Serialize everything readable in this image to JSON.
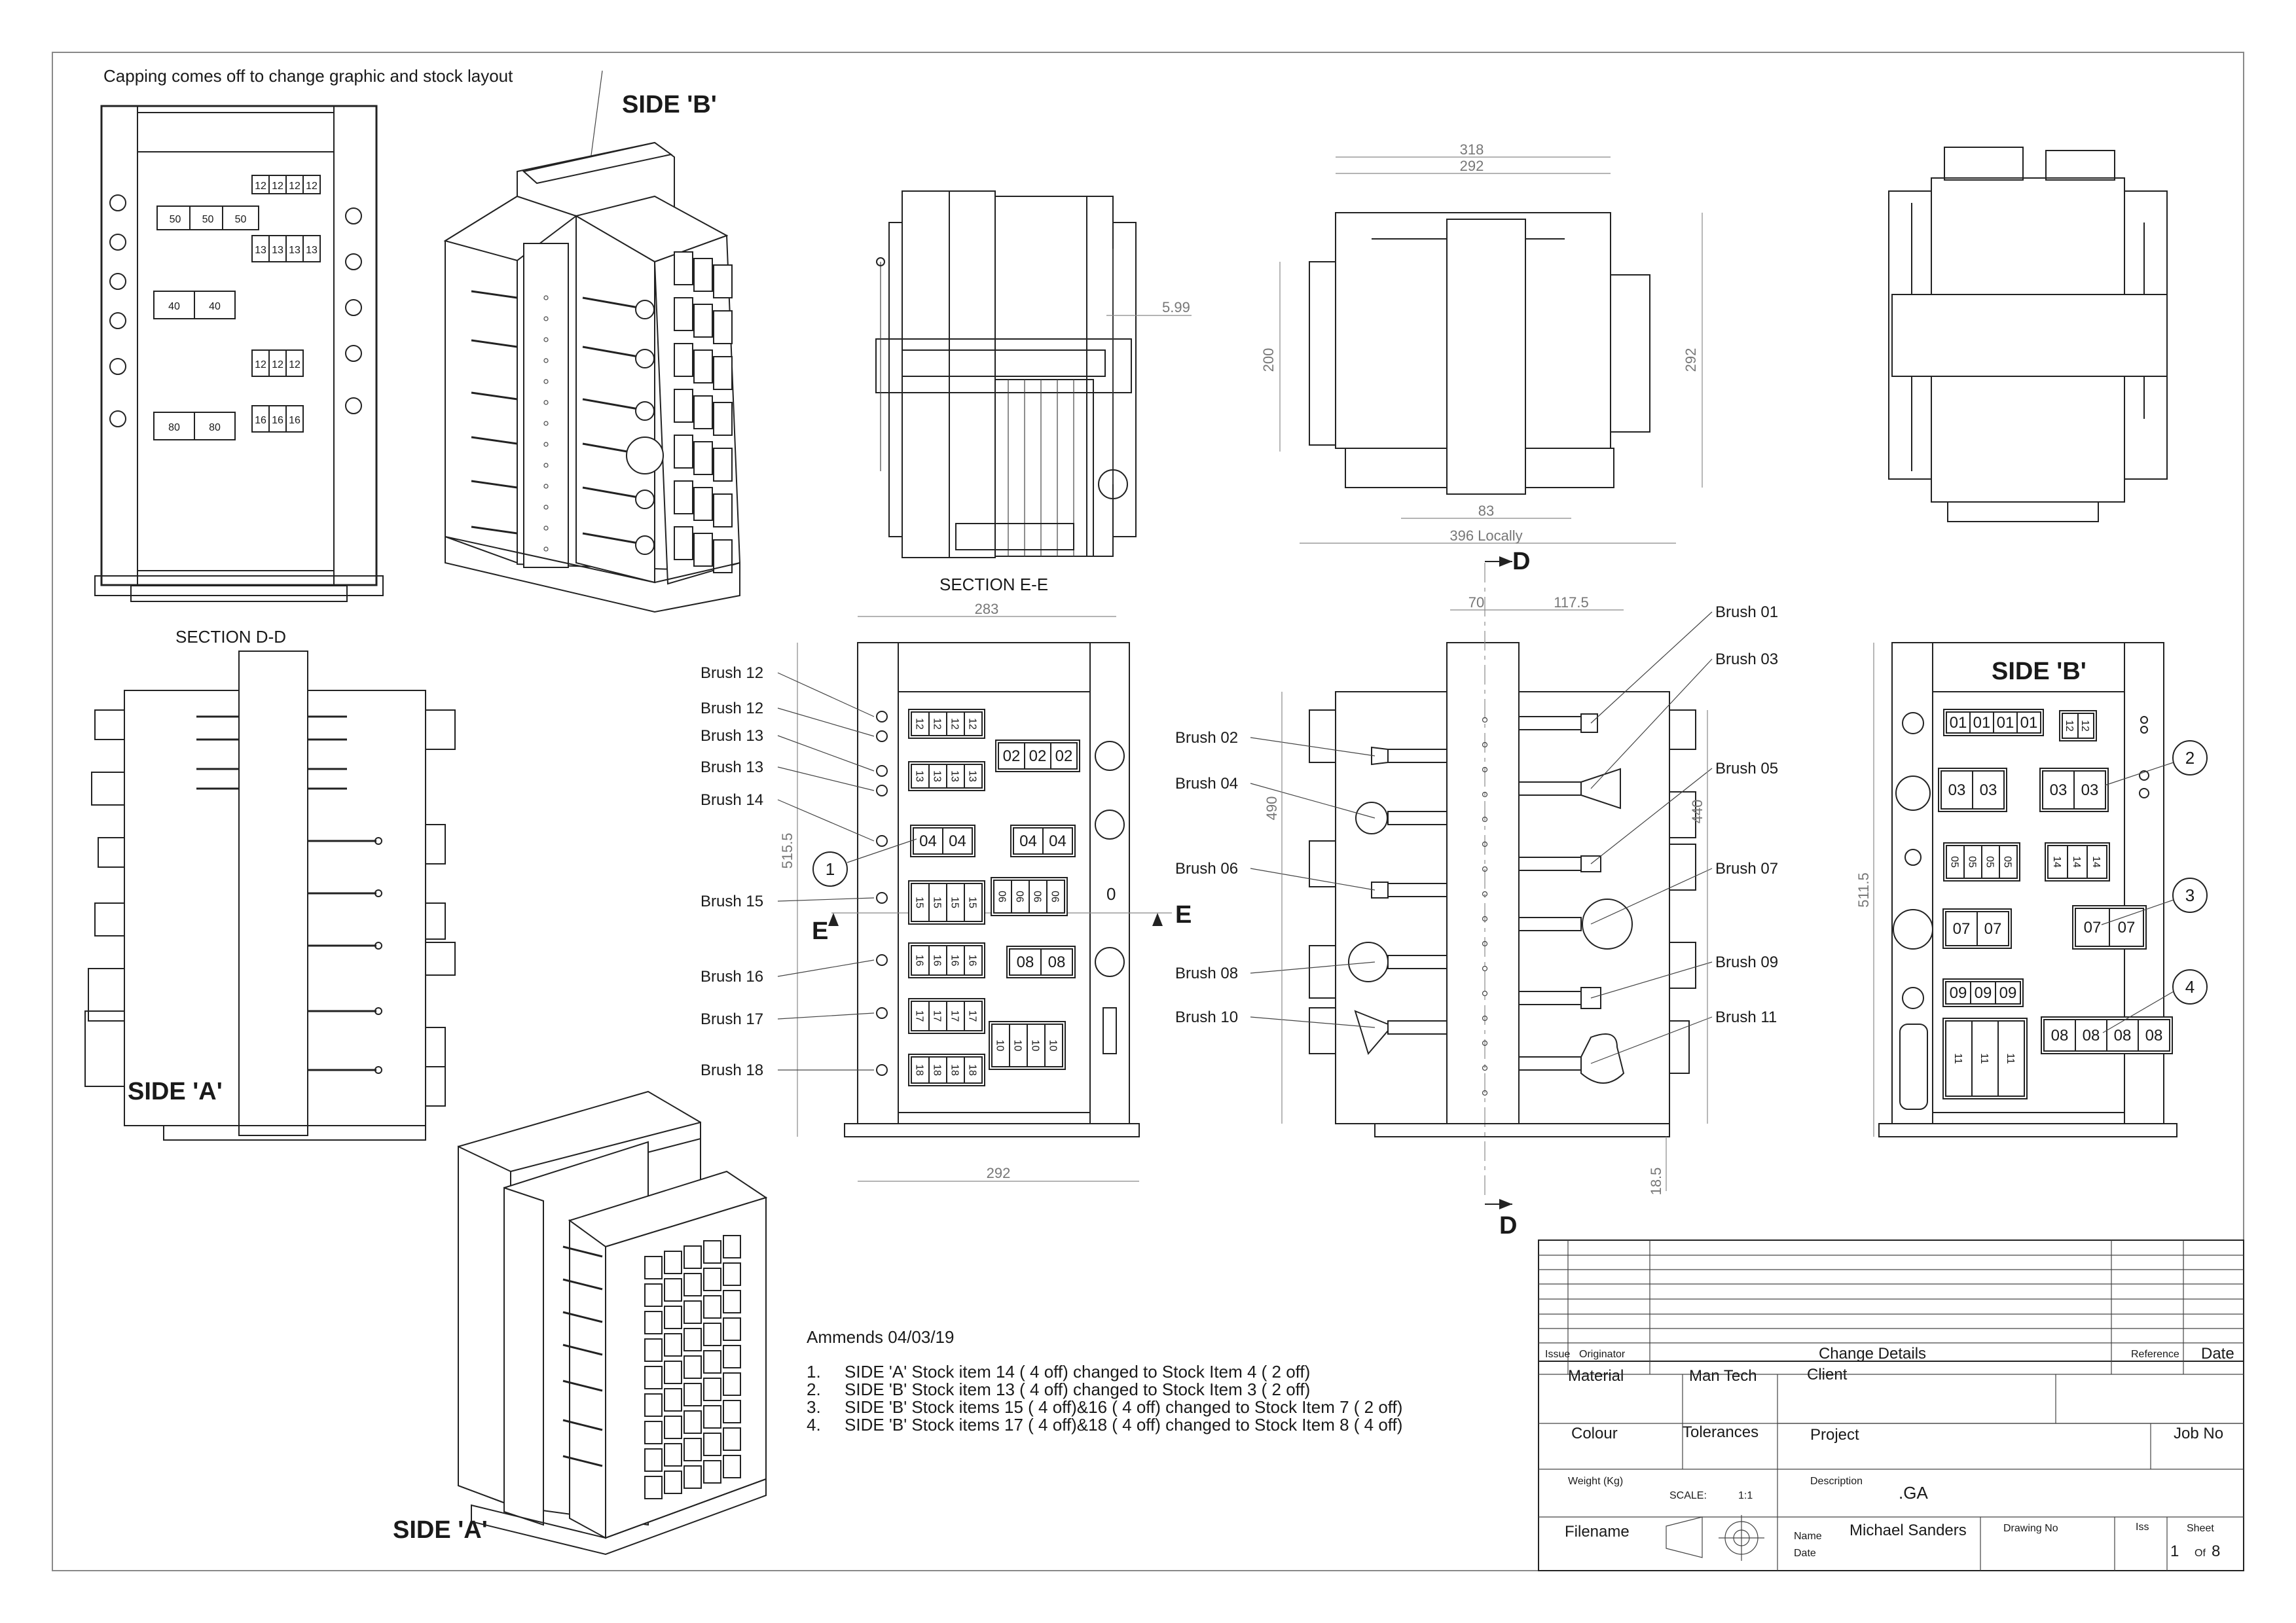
{
  "views": {
    "capping_note": "Capping comes off to change graphic and stock layout",
    "side_b_iso": "SIDE 'B'",
    "side_a_iso": "SIDE 'A'",
    "side_a_elev": "SIDE 'A'",
    "side_b_elev": "SIDE 'B'",
    "section_dd": "SECTION D-D",
    "section_ee": "SECTION E-E"
  },
  "section_markers": {
    "d_top": "D",
    "d_bottom": "D",
    "e_left": "E",
    "e_right": "E"
  },
  "dimensions": {
    "plan_318": "318",
    "plan_292": "292",
    "plan_200": "200",
    "plan_292_v": "292",
    "plan_83": "83",
    "plan_396": "396 Locally",
    "sec_599": "5.99",
    "front_283": "283",
    "front_292": "292",
    "front_5155": "515.5",
    "side_70": "70",
    "side_1175": "117.5",
    "side_490": "490",
    "side_440": "440",
    "side_185": "18.5",
    "back_5115": "511.5"
  },
  "front_labels": [
    "Brush 12",
    "Brush 12",
    "Brush 13",
    "Brush 13",
    "Brush 14",
    "Brush 15",
    "Brush 16",
    "Brush 17",
    "Brush 18"
  ],
  "side_labels_left": [
    "Brush 02",
    "Brush 04",
    "Brush 06",
    "Brush 08",
    "Brush 10"
  ],
  "side_labels_right": [
    "Brush 01",
    "Brush 03",
    "Brush 05",
    "Brush 07",
    "Brush 09",
    "Brush 11"
  ],
  "balloons": [
    "1",
    "2",
    "3",
    "4"
  ],
  "zero_mark": "0",
  "front_stock": {
    "r12": [
      "12",
      "12",
      "12",
      "12"
    ],
    "r13": [
      "13",
      "13",
      "13",
      "13"
    ],
    "r02": [
      "02",
      "02",
      "02"
    ],
    "r04a": [
      "04",
      "04"
    ],
    "r04b": [
      "04",
      "04"
    ],
    "r15": [
      "15",
      "15",
      "15",
      "15"
    ],
    "r06": [
      "06",
      "06",
      "06",
      "06"
    ],
    "r16": [
      "16",
      "16",
      "16",
      "16"
    ],
    "r08": [
      "08",
      "08"
    ],
    "r17": [
      "17",
      "17",
      "17",
      "17"
    ],
    "r10": [
      "10",
      "10",
      "10",
      "10"
    ],
    "r18": [
      "18",
      "18",
      "18",
      "18"
    ]
  },
  "back_stock": {
    "r01": [
      "01",
      "01",
      "01",
      "01"
    ],
    "r12": [
      "12",
      "12"
    ],
    "r03a": [
      "03",
      "03"
    ],
    "r03b": [
      "03",
      "03"
    ],
    "r05": [
      "05",
      "05",
      "05",
      "05"
    ],
    "r14": [
      "14",
      "14",
      "14"
    ],
    "r07a": [
      "07",
      "07"
    ],
    "r07b": [
      "07",
      "07"
    ],
    "r09": [
      "09",
      "09",
      "09"
    ],
    "r11": [
      "11",
      "11",
      "11"
    ],
    "r08": [
      "08",
      "08",
      "08",
      "08"
    ]
  },
  "section_stock": [
    "50",
    "50",
    "50",
    "40",
    "40",
    "80",
    "80",
    "12",
    "12",
    "12",
    "12",
    "13",
    "13",
    "13",
    "13",
    "12",
    "12",
    "12",
    "16",
    "16",
    "16"
  ],
  "amends": {
    "title": "Ammends 04/03/19",
    "items": [
      {
        "num": "1.",
        "text": "SIDE 'A' Stock item 14 ( 4 off) changed to Stock Item 4 ( 2 off)"
      },
      {
        "num": "2.",
        "text": "SIDE 'B' Stock item 13 ( 4 off) changed to Stock Item 3 ( 2 off)"
      },
      {
        "num": "3.",
        "text": "SIDE 'B' Stock items 15 ( 4 off)&16 ( 4 off) changed to Stock Item 7 ( 2 off)"
      },
      {
        "num": "4.",
        "text": "SIDE 'B' Stock items 17 ( 4 off)&18 ( 4 off) changed to Stock Item 8 ( 4 off)"
      }
    ]
  },
  "title_block": {
    "issue": "Issue",
    "originator": "Originator",
    "change_details": "Change Details",
    "reference": "Reference",
    "date": "Date",
    "material": "Material",
    "man_tech": "Man Tech",
    "client": "Client",
    "colour": "Colour",
    "tolerances": "Tolerances",
    "project": "Project",
    "job_no": "Job No",
    "weight": "Weight (Kg)",
    "scale_label": "SCALE:",
    "scale_value": "1:1",
    "description": "Description",
    "description_value": ".GA",
    "filename": "Filename",
    "name": "Name",
    "name_value": "Michael Sanders",
    "date2": "Date",
    "drawing_no": "Drawing No",
    "iss": "Iss",
    "sheet": "Sheet",
    "sheet_value": "1",
    "sheet_of": "Of",
    "sheet_total": "8"
  }
}
